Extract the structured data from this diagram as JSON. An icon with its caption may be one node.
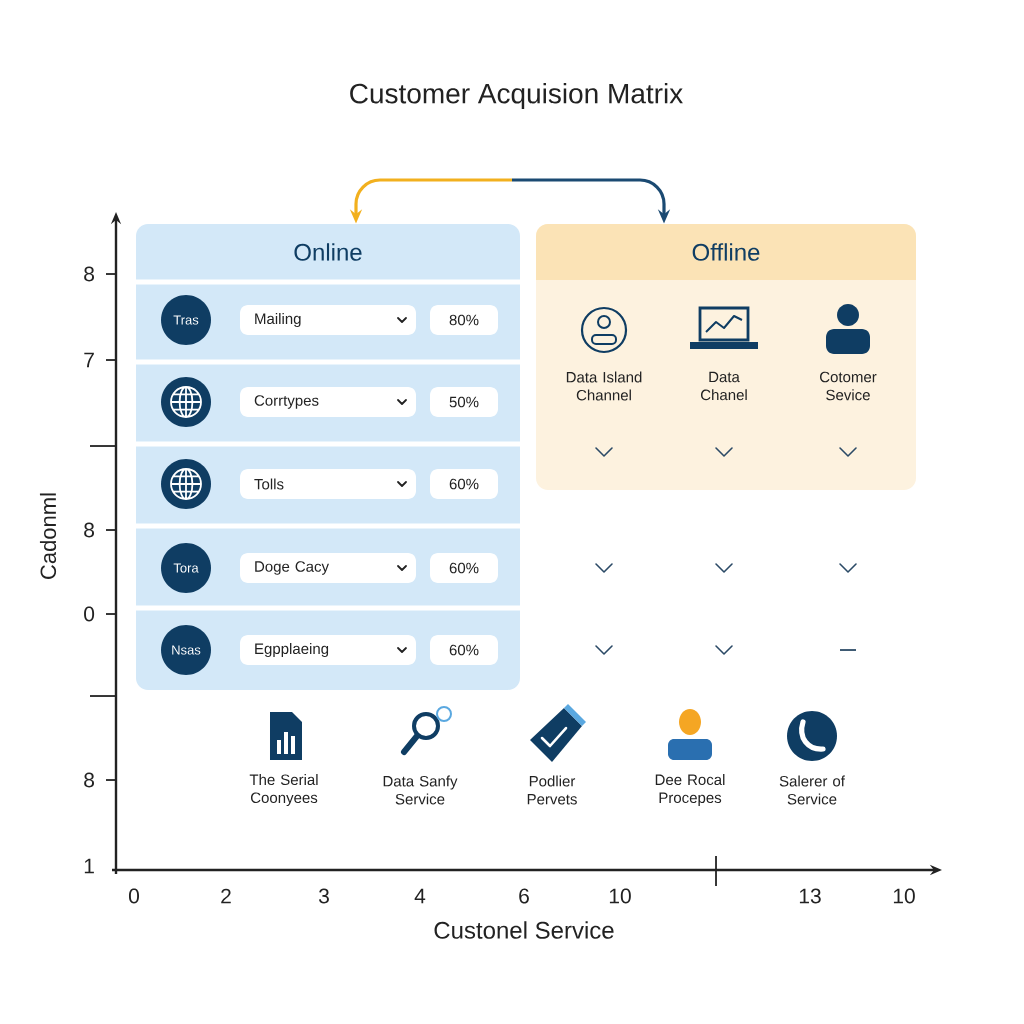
{
  "diagram": {
    "title": "Customer Acquision Matrix",
    "nodes": [
      {
        "text": [
          "Online"
        ]
      },
      {
        "text": [
          "Tras"
        ],
        "in": 0
      },
      {
        "text": [
          "Mailing"
        ],
        "in": 0
      },
      {
        "text": [
          "80%"
        ],
        "in": 0
      },
      {
        "text": [],
        "shape": "circle",
        "in": 0
      },
      {
        "text": [
          "Corrtypes"
        ],
        "in": 0
      },
      {
        "text": [
          "50%"
        ],
        "in": 0
      },
      {
        "text": [],
        "shape": "circle",
        "in": 0
      },
      {
        "text": [
          "Tolls"
        ],
        "in": 0
      },
      {
        "text": [
          "60%"
        ],
        "in": 0
      },
      {
        "text": [
          "Tora"
        ],
        "in": 0
      },
      {
        "text": [
          "Doge Cacy"
        ],
        "in": 0
      },
      {
        "text": [
          "60%"
        ],
        "in": 0
      },
      {
        "text": [
          "Nsas"
        ],
        "in": 0
      },
      {
        "text": [
          "Egpplaeing"
        ],
        "in": 0
      },
      {
        "text": [
          "60%"
        ],
        "in": 0
      },
      {
        "text": [
          "Offline",
          "Data Island Channel",
          "Data Chanel",
          "Cotomer Sevice"
        ]
      }
    ],
    "edges": [
      {
        "from": null,
        "to": 0,
        "arrow": "to",
        "color": "#f2b01e"
      },
      {
        "from": null,
        "to": 16,
        "arrow": "to",
        "color": "#1b4a72"
      }
    ],
    "labels": [
      "8",
      "7",
      "8",
      "0",
      "8",
      "1",
      "Cadonml",
      "The Serial Coonyees",
      "Data Sanfy Service",
      "Podlier Pervets",
      "Dee Rocal Procepes",
      "Salerer of Service",
      "0",
      "2",
      "3",
      "4",
      "6",
      "10",
      "13",
      "10",
      "Custonel Service"
    ]
  }
}
